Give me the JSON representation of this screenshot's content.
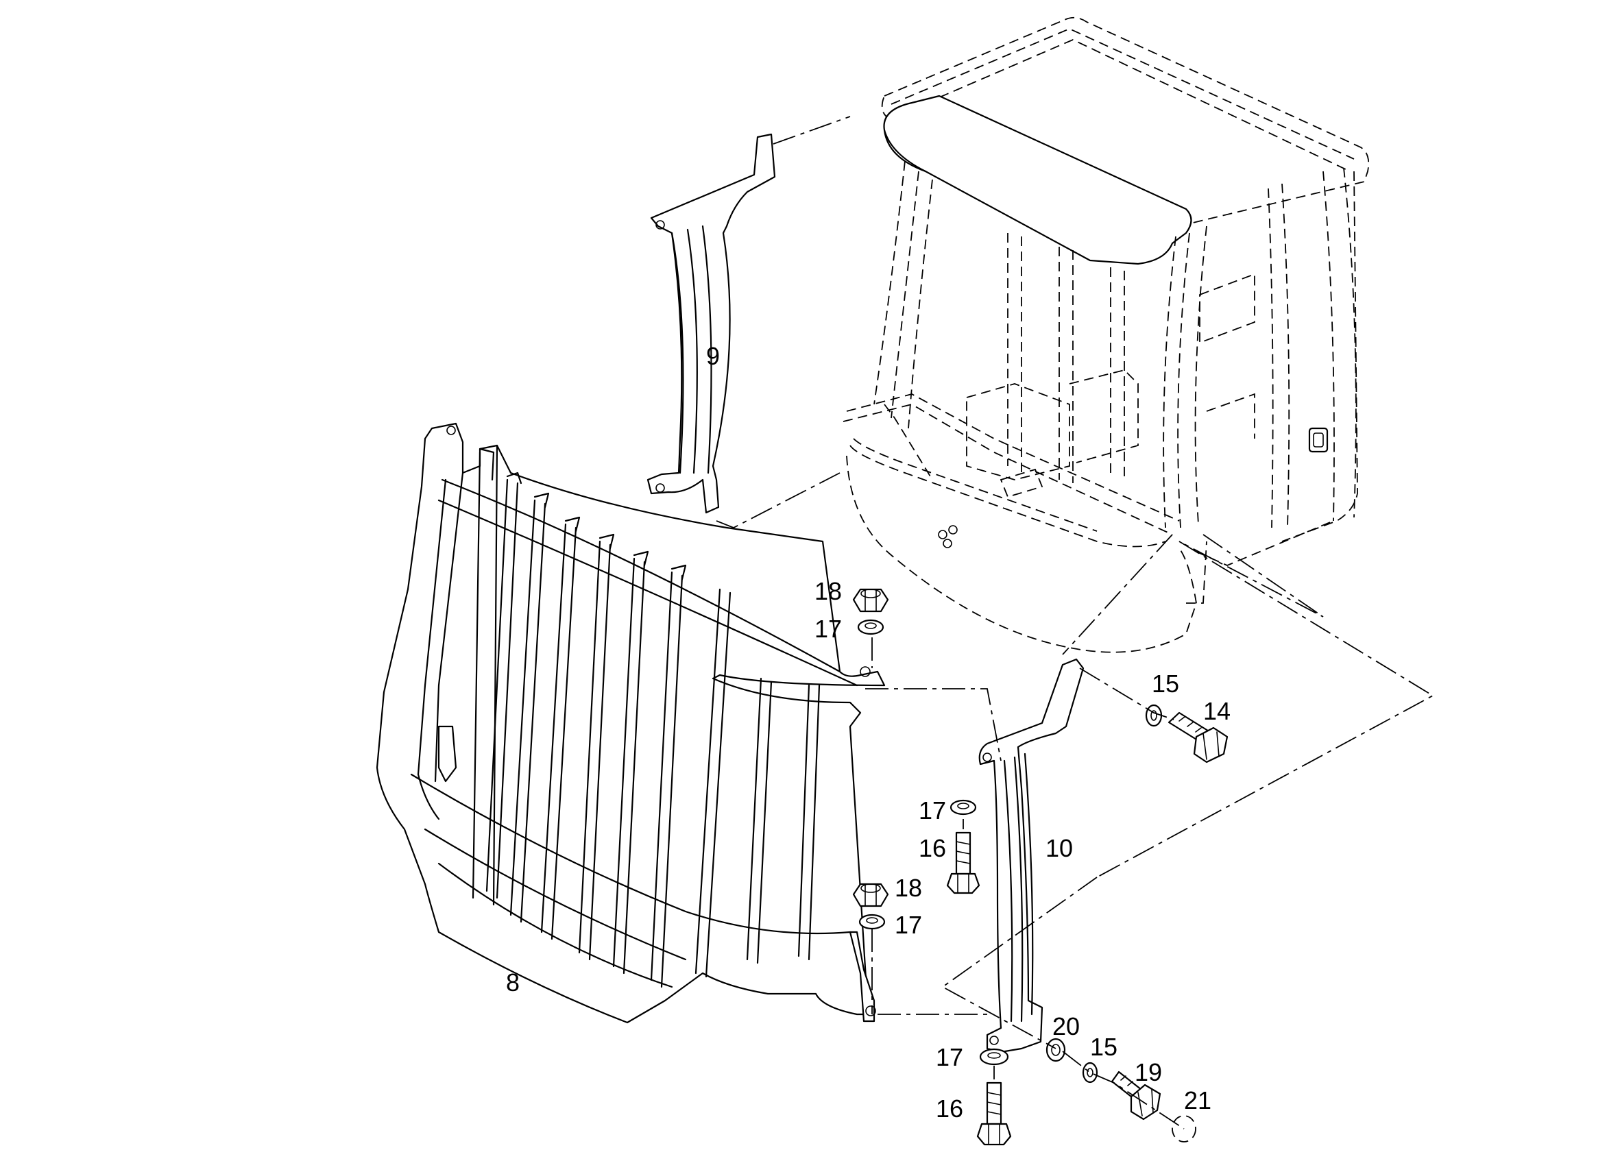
{
  "diagram": {
    "callouts": [
      {
        "id": "c9",
        "label": "9"
      },
      {
        "id": "c8",
        "label": "8"
      },
      {
        "id": "c10",
        "label": "10"
      },
      {
        "id": "c18a",
        "label": "18"
      },
      {
        "id": "c17a",
        "label": "17"
      },
      {
        "id": "c15a",
        "label": "15"
      },
      {
        "id": "c14",
        "label": "14"
      },
      {
        "id": "c17b",
        "label": "17"
      },
      {
        "id": "c16a",
        "label": "16"
      },
      {
        "id": "c18b",
        "label": "18"
      },
      {
        "id": "c17c",
        "label": "17"
      },
      {
        "id": "c20",
        "label": "20"
      },
      {
        "id": "c15b",
        "label": "15"
      },
      {
        "id": "c17d",
        "label": "17"
      },
      {
        "id": "c19",
        "label": "19"
      },
      {
        "id": "c16b",
        "label": "16"
      },
      {
        "id": "c21",
        "label": "21"
      }
    ]
  }
}
